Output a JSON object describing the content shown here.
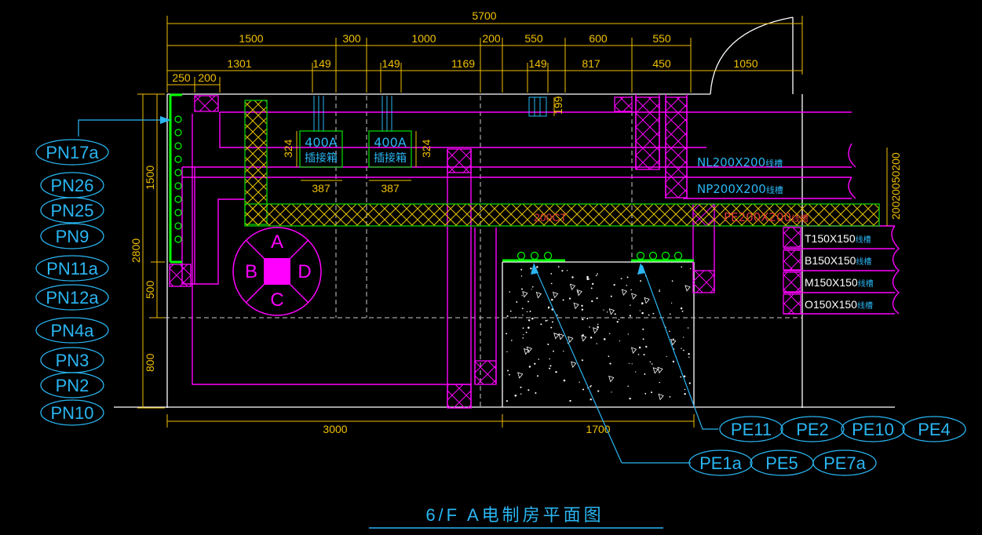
{
  "title": "6/F A电制房平面图",
  "dimensions": {
    "overall": "5700",
    "top_row": [
      "1500",
      "300",
      "1000",
      "200",
      "550",
      "600",
      "550"
    ],
    "second_row": [
      "1301",
      "149",
      "149",
      "1169",
      "149",
      "817",
      "450",
      "1050"
    ],
    "third_row": [
      "250",
      "200"
    ],
    "box_width": [
      "387",
      "387"
    ],
    "box_height": [
      "324",
      "324"
    ],
    "small_box": "199",
    "left_side": [
      "1500",
      "2800",
      "500",
      "800"
    ],
    "bottom": [
      "3000",
      "1700"
    ],
    "right_side": "20020050200"
  },
  "boxes": [
    {
      "rating": "400A",
      "label": "插接箱"
    },
    {
      "rating": "400A",
      "label": "插接箱"
    }
  ],
  "trays": [
    {
      "name": "NL200X200",
      "suffix": "线槽"
    },
    {
      "name": "NP200X200",
      "suffix": "线槽"
    },
    {
      "name": "PE200X200",
      "suffix": "线槽"
    }
  ],
  "small_trays": [
    {
      "name": "T150X150",
      "suffix": "线槽"
    },
    {
      "name": "B150X150",
      "suffix": "线槽"
    },
    {
      "name": "M150X150",
      "suffix": "线槽"
    },
    {
      "name": "O150X150",
      "suffix": "线槽"
    }
  ],
  "riser_text": "200CT",
  "compass": {
    "a": "A",
    "b": "B",
    "c": "C",
    "d": "D"
  },
  "pn_tags": [
    "PN17a",
    "PN26",
    "PN25",
    "PN9",
    "PN11a",
    "PN12a",
    "PN4a",
    "PN3",
    "PN2",
    "PN10"
  ],
  "pe_tags_row1": [
    "PE11",
    "PE2",
    "PE10",
    "PE4"
  ],
  "pe_tags_row2": [
    "PE1a",
    "PE5",
    "PE7a"
  ],
  "colors": {
    "background": "#000000",
    "dimension": "#f0c000",
    "annotation": "#2ab6f2",
    "conduit": "#ff00ff",
    "busbar": "#00e000",
    "wall": "#ffffff"
  }
}
